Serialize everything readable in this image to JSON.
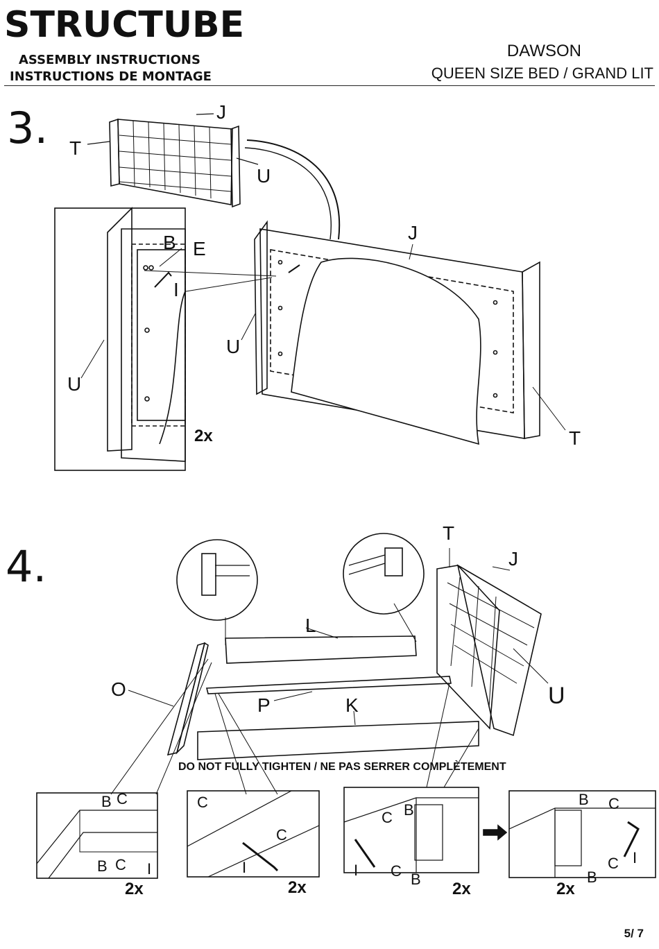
{
  "header": {
    "brand": "STRUCTUBE",
    "subtitle_en": "ASSEMBLY INSTRUCTIONS",
    "subtitle_fr": "INSTRUCTIONS DE MONTAGE",
    "product_name": "DAWSON",
    "product_desc": "QUEEN SIZE BED / GRAND LIT"
  },
  "step3": {
    "number": "3.",
    "labels": {
      "j_top": "J",
      "t_top": "T",
      "u_top": "U",
      "j_main": "J",
      "b": "B",
      "e": "E",
      "i": "I",
      "u_detail": "U",
      "u_main": "U",
      "t_main": "T"
    },
    "qty": "2x"
  },
  "step4": {
    "number": "4.",
    "labels": {
      "t": "T",
      "j": "J",
      "l": "L",
      "o": "O",
      "p": "P",
      "k": "K",
      "u": "U"
    },
    "warning": "DO NOT FULLY TIGHTEN / NE PAS SERRER COMPLÈTEMENT",
    "details": [
      {
        "b1": "B",
        "c1": "C",
        "b2": "B",
        "c2": "C",
        "i": "I",
        "qty": "2x"
      },
      {
        "c1": "C",
        "c2": "C",
        "i": "I",
        "qty": "2x"
      },
      {
        "c1": "C",
        "b1": "B",
        "c2": "C",
        "b2": "B",
        "i": "I",
        "qty": "2x"
      },
      {
        "b1": "B",
        "c1": "C",
        "c2": "C",
        "b2": "B",
        "i": "I",
        "qty": "2x"
      }
    ]
  },
  "footer": {
    "page": "5/ 7"
  }
}
